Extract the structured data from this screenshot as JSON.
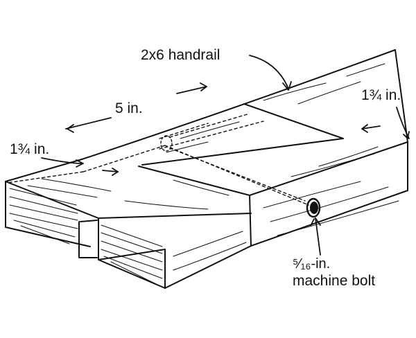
{
  "labels": {
    "handrail": "2x6 handrail",
    "length": "5 in.",
    "right_offset": "1¾ in.",
    "left_offset": "1¾ in.",
    "bolt_size": "⁵⁄₁₆-in.",
    "bolt_name": "machine bolt"
  }
}
